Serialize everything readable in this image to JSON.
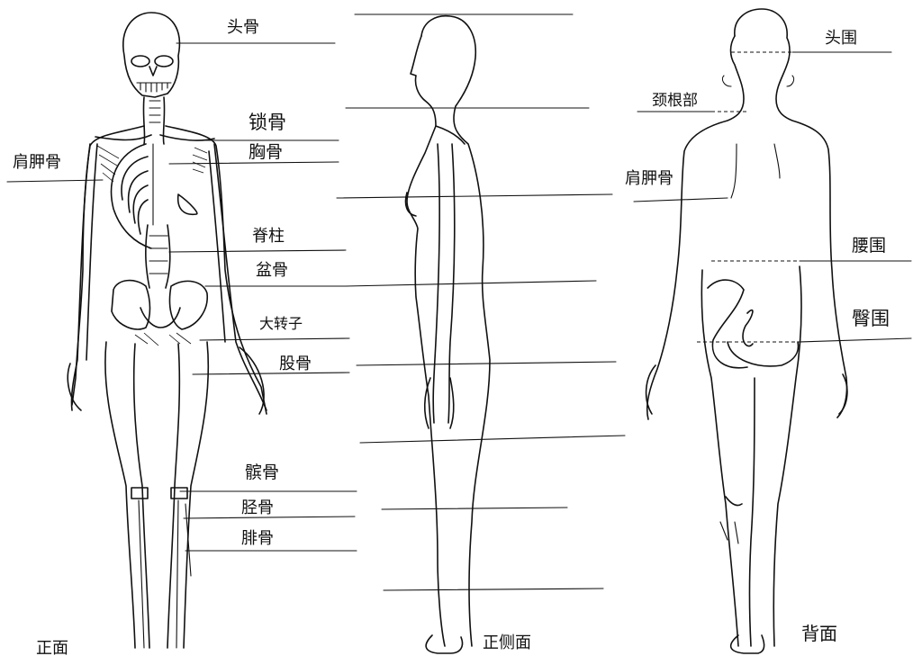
{
  "front": {
    "labels": {
      "skull": "头骨",
      "clavicle": "锁骨",
      "sternum": "胸骨",
      "scapula": "肩胛骨",
      "spine": "脊柱",
      "pelvis": "盆骨",
      "trochanter": "大转子",
      "femur": "股骨",
      "patella": "髌骨",
      "tibia": "胫骨",
      "fibula": "腓骨"
    },
    "caption": "正面"
  },
  "side": {
    "caption": "正侧面"
  },
  "back": {
    "labels": {
      "head_circ": "头围",
      "neck_root": "颈根部",
      "scapula": "肩胛骨",
      "waist_circ": "腰围",
      "hip_circ": "臀围"
    },
    "caption": "背面"
  }
}
